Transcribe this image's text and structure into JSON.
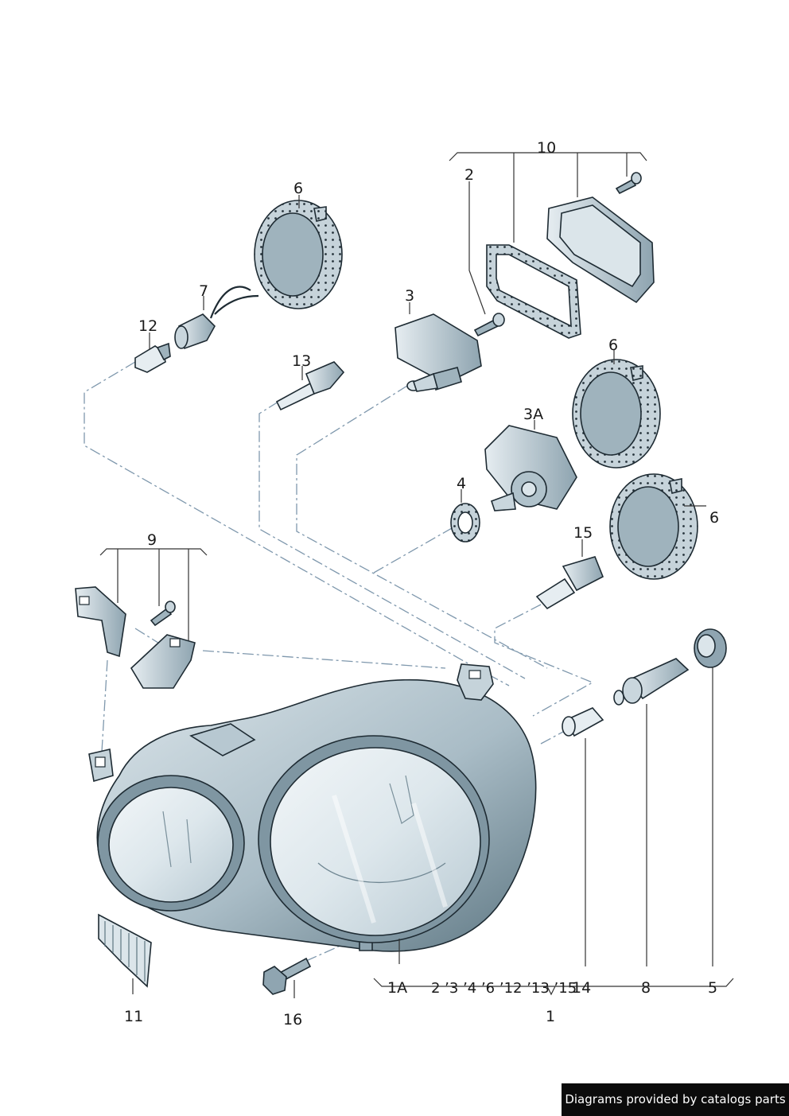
{
  "labels": {
    "p1": "1",
    "p1a": "1A",
    "p2": "2",
    "p3": "3",
    "p3a": "3A",
    "p4": "4",
    "p5": "5",
    "p6a": "6",
    "p6b": "6",
    "p6c": "6",
    "p7": "7",
    "p8": "8",
    "p9": "9",
    "p10": "10",
    "p11": "11",
    "p12": "12",
    "p13": "13",
    "p14": "14",
    "p15": "15",
    "p16": "16",
    "bottom_set": "2 ’3 ’4 ’6 ’12 ’13 ’15"
  },
  "credit": "Diagrams provided by catalogs parts",
  "colors": {
    "part_fill": "#c9d6dd",
    "part_shade": "#8fa5b1",
    "part_dark": "#5d7581",
    "lens": "#e6eef2",
    "leader": "#333333",
    "dashed": "#7f98ad",
    "credit_bg": "#0b0b0b"
  }
}
